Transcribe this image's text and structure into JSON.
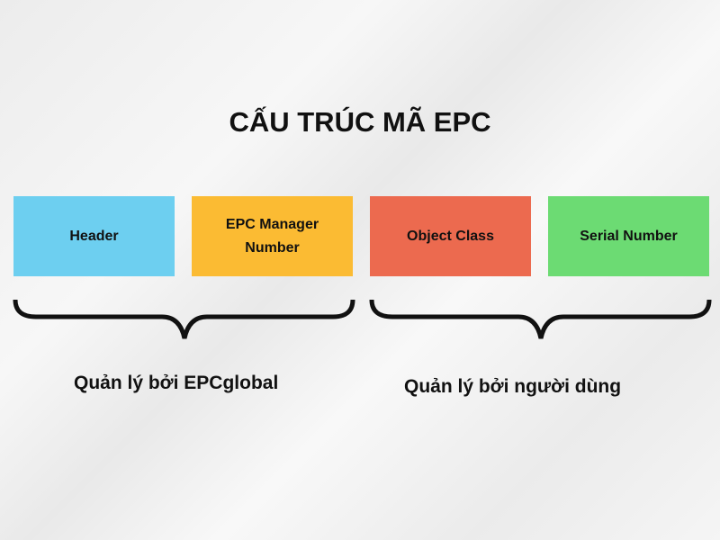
{
  "title": "CẤU TRÚC MÃ EPC",
  "boxes": [
    {
      "label": "Header",
      "color": "#6dcff0"
    },
    {
      "label": "EPC Manager Number",
      "color": "#fbbb33"
    },
    {
      "label": "Object Class",
      "color": "#ec6a4f"
    },
    {
      "label": "Serial Number",
      "color": "#6cdb73"
    }
  ],
  "groups": [
    "Quản lý bởi EPCglobal",
    "Quản lý bởi người dùng"
  ]
}
